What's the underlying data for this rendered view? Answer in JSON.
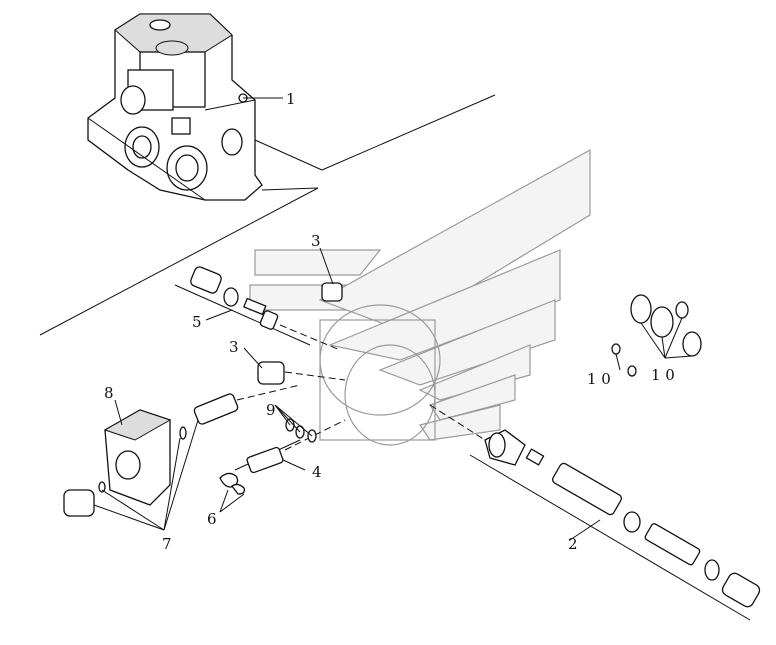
{
  "callouts": {
    "c1": "1",
    "c2": "2",
    "c3a": "3",
    "c3b": "3",
    "c4": "4",
    "c5": "5",
    "c6": "6",
    "c7": "7",
    "c8": "8",
    "c9": "9",
    "c10a": "1 0",
    "c10b": "1 0"
  }
}
